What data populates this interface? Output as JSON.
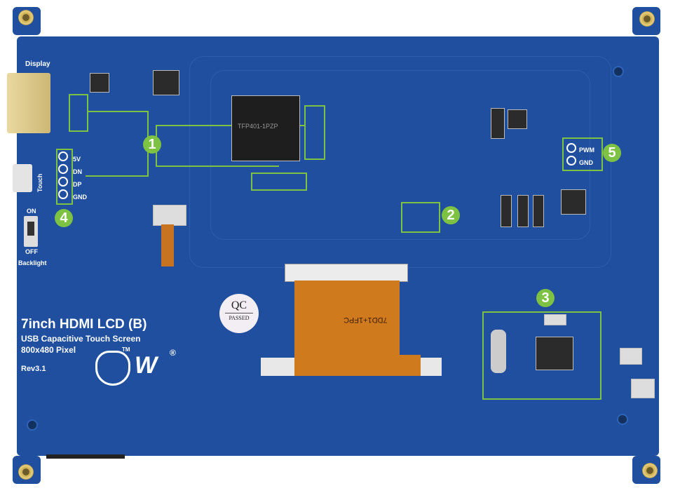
{
  "labels": {
    "display": "Display",
    "touch": "Touch",
    "on": "ON",
    "off": "OFF",
    "backlight": "Backlight",
    "pins4": [
      "5V",
      "DN",
      "DP",
      "GND"
    ],
    "pins5": [
      "PWM",
      "GND"
    ]
  },
  "chip_main": "TFP401-1PZP",
  "fpc_label": "7DD1+1FPC",
  "qc": {
    "top": "QC",
    "bottom": "PASSED"
  },
  "product": {
    "title": "7inch HDMI LCD (B)",
    "subtitle": "USB Capacitive Touch Screen",
    "resolution": "800x480 Pixel",
    "revision": "Rev3.1"
  },
  "logo": {
    "text": "W",
    "tm": "TM",
    "reg": "®"
  },
  "callouts": [
    "1",
    "2",
    "3",
    "4",
    "5"
  ],
  "colors": {
    "board": "#1f4f9e",
    "callout": "#7dc242"
  }
}
